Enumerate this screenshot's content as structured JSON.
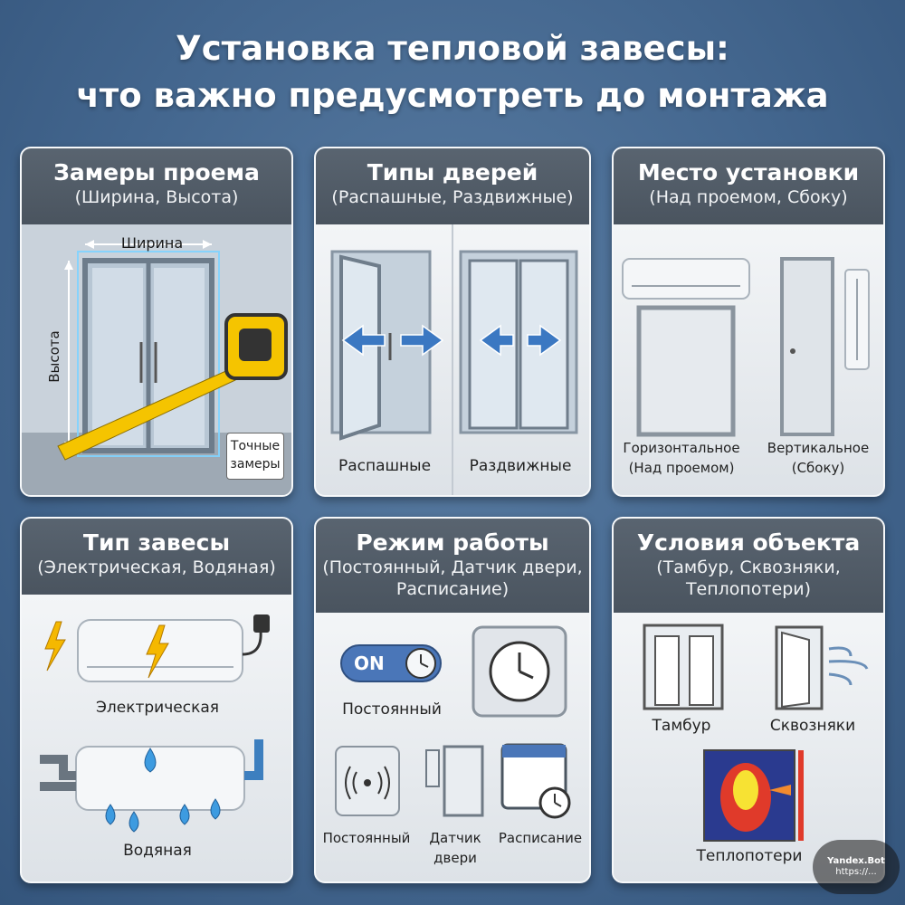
{
  "header": {
    "title_line1": "Установка тепловой завесы:",
    "title_line2": "что важно предусмотреть до монтажа"
  },
  "cards": {
    "measure": {
      "title": "Замеры проема",
      "subtitle": "(Ширина, Высота)",
      "width_label": "Ширина",
      "height_label": "Высота",
      "callout": "Точные замеры"
    },
    "doors": {
      "title": "Типы дверей",
      "subtitle": "(Распашные, Раздвижные)",
      "swing_label": "Распашные",
      "sliding_label": "Раздвижные"
    },
    "placement": {
      "title": "Место установки",
      "subtitle": "(Над проемом, Сбоку)",
      "horizontal_line1": "Горизонтальное",
      "horizontal_line2": "(Над проемом)",
      "vertical_line1": "Вертикальное",
      "vertical_line2": "(Сбоку)"
    },
    "curtain_type": {
      "title": "Тип завесы",
      "subtitle": "(Электрическая, Водяная)",
      "electric_label": "Электрическая",
      "water_label": "Водяная"
    },
    "mode": {
      "title": "Режим работы",
      "subtitle_line1": "(Постоянный, Датчик двери,",
      "subtitle_line2": "Расписание)",
      "switch_text": "ON",
      "constant_label": "Постоянный",
      "constant_label_2": "Постоянный",
      "sensor_line1": "Датчик",
      "sensor_line2": "двери",
      "schedule_label": "Расписание"
    },
    "conditions": {
      "title": "Условия объекта",
      "subtitle_line1": "(Тамбур, Сквозняки,",
      "subtitle_line2": "Теплопотери)",
      "vestibule_label": "Тамбур",
      "drafts_label": "Сквозняки",
      "heatloss_label": "Теплопотери"
    }
  },
  "watermark": {
    "name": "Yandex.Bot",
    "url": "https://..."
  },
  "colors": {
    "background": "#44678f",
    "card_header": "#4f5964",
    "accent_yellow": "#f5c400",
    "arrow_blue": "#3b78c2",
    "water_blue": "#3d9be0"
  }
}
